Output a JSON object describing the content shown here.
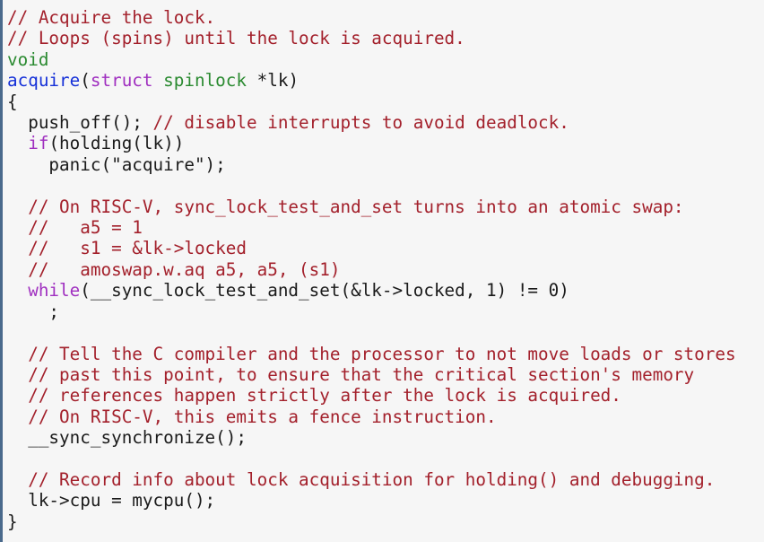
{
  "editor": {
    "lines": [
      [
        [
          "cm",
          "// Acquire the lock."
        ]
      ],
      [
        [
          "cm",
          "// Loops (spins) until the lock is acquired."
        ]
      ],
      [
        [
          "ty",
          "void"
        ]
      ],
      [
        [
          "fn",
          "acquire"
        ],
        [
          "tx",
          "("
        ],
        [
          "kw",
          "struct"
        ],
        [
          "tx",
          " "
        ],
        [
          "ty",
          "spinlock"
        ],
        [
          "tx",
          " *lk)"
        ]
      ],
      [
        [
          "tx",
          "{"
        ]
      ],
      [
        [
          "tx",
          "  push_off(); "
        ],
        [
          "cm",
          "// disable interrupts to avoid deadlock."
        ]
      ],
      [
        [
          "tx",
          "  "
        ],
        [
          "kw",
          "if"
        ],
        [
          "tx",
          "(holding(lk))"
        ]
      ],
      [
        [
          "tx",
          "    panic(\"acquire\");"
        ]
      ],
      [],
      [
        [
          "tx",
          "  "
        ],
        [
          "cm",
          "// On RISC-V, sync_lock_test_and_set turns into an atomic swap:"
        ]
      ],
      [
        [
          "tx",
          "  "
        ],
        [
          "cm",
          "//   a5 = 1"
        ]
      ],
      [
        [
          "tx",
          "  "
        ],
        [
          "cm",
          "//   s1 = &lk->locked"
        ]
      ],
      [
        [
          "tx",
          "  "
        ],
        [
          "cm",
          "//   amoswap.w.aq a5, a5, (s1)"
        ]
      ],
      [
        [
          "tx",
          "  "
        ],
        [
          "kw",
          "while"
        ],
        [
          "tx",
          "(__sync_lock_test_and_set(&lk->locked, 1) != 0)"
        ]
      ],
      [
        [
          "tx",
          "    ;"
        ]
      ],
      [],
      [
        [
          "tx",
          "  "
        ],
        [
          "cm",
          "// Tell the C compiler and the processor to not move loads or stores"
        ]
      ],
      [
        [
          "tx",
          "  "
        ],
        [
          "cm",
          "// past this point, to ensure that the critical section's memory"
        ]
      ],
      [
        [
          "tx",
          "  "
        ],
        [
          "cm",
          "// references happen strictly after the lock is acquired."
        ]
      ],
      [
        [
          "tx",
          "  "
        ],
        [
          "cm",
          "// On RISC-V, this emits a fence instruction."
        ]
      ],
      [
        [
          "tx",
          "  __sync_synchronize();"
        ]
      ],
      [],
      [
        [
          "tx",
          "  "
        ],
        [
          "cm",
          "// Record info about lock acquisition for holding() and debugging."
        ]
      ],
      [
        [
          "tx",
          "  lk->cpu = mycpu();"
        ]
      ],
      [
        [
          "tx",
          "}"
        ]
      ]
    ]
  }
}
